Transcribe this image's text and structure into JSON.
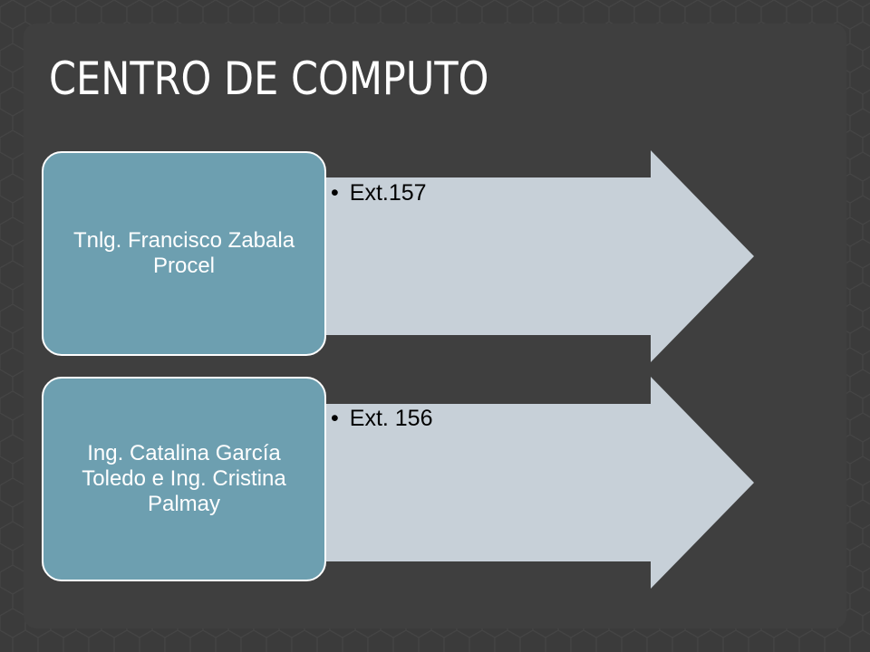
{
  "slide": {
    "title": "CENTRO DE COMPUTO"
  },
  "rows": [
    {
      "name": "Tnlg. Francisco Zabala Procel",
      "extension": "Ext.157"
    },
    {
      "name": "Ing. Catalina García Toledo e Ing. Cristina Palmay",
      "extension": "Ext. 156"
    }
  ],
  "colors": {
    "background": "#3b3b3b",
    "name_box": "#6d9fb0",
    "arrow": "#c7d0d8",
    "title_text": "#ffffff"
  }
}
